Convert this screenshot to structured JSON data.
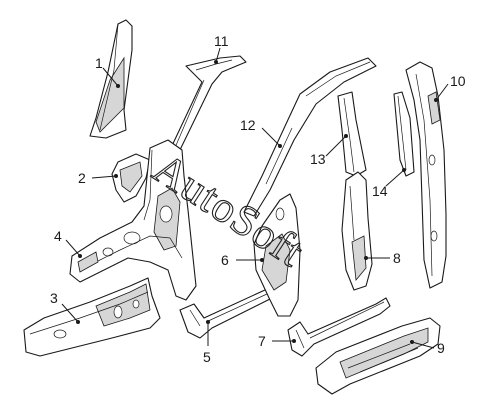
{
  "callouts": [
    {
      "id": "1",
      "label": "1"
    },
    {
      "id": "2",
      "label": "2"
    },
    {
      "id": "3",
      "label": "3"
    },
    {
      "id": "4",
      "label": "4"
    },
    {
      "id": "5",
      "label": "5"
    },
    {
      "id": "6",
      "label": "6"
    },
    {
      "id": "7",
      "label": "7"
    },
    {
      "id": "8",
      "label": "8"
    },
    {
      "id": "9",
      "label": "9"
    },
    {
      "id": "10",
      "label": "10"
    },
    {
      "id": "11",
      "label": "11"
    },
    {
      "id": "12",
      "label": "12"
    },
    {
      "id": "13",
      "label": "13"
    },
    {
      "id": "14",
      "label": "14"
    }
  ],
  "watermark": "AutoSoft",
  "colors": {
    "line": "#1a1a1a",
    "background": "#ffffff",
    "shade": "#d6d6d6"
  }
}
